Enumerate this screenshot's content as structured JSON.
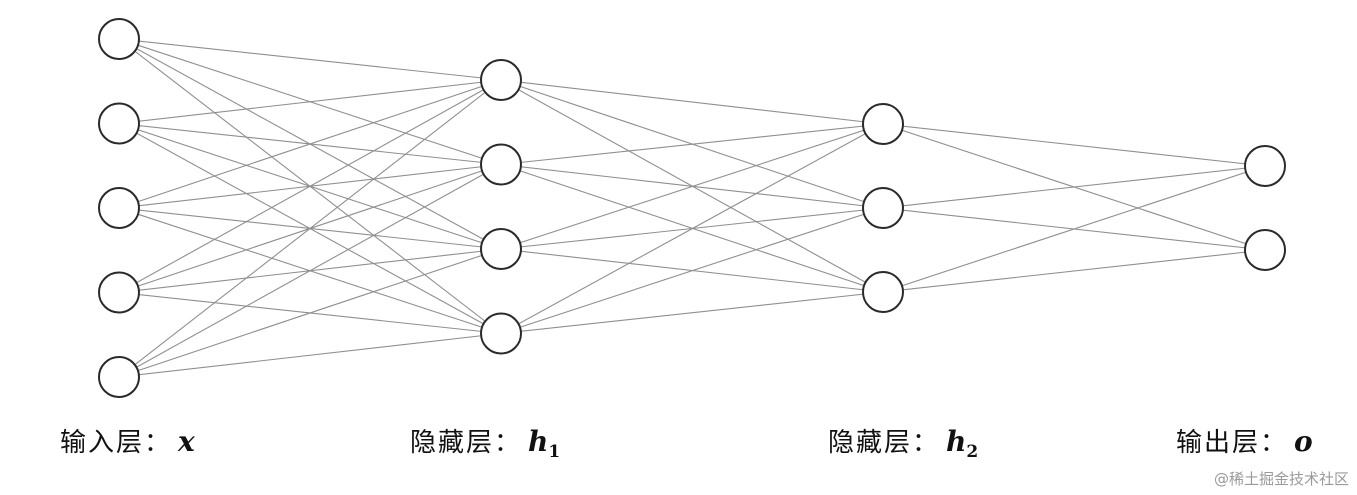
{
  "layers": [
    {
      "id": "input",
      "nodes": 5,
      "label": "输入层：",
      "symbol": "x",
      "subscript": ""
    },
    {
      "id": "hidden1",
      "nodes": 4,
      "label": "隐藏层：",
      "symbol": "h",
      "subscript": "1"
    },
    {
      "id": "hidden2",
      "nodes": 3,
      "label": "隐藏层：",
      "symbol": "h",
      "subscript": "2"
    },
    {
      "id": "output",
      "nodes": 2,
      "label": "输出层：",
      "symbol": "o",
      "subscript": ""
    }
  ],
  "colors": {
    "edge": "#8f8f8f",
    "node_stroke": "#2a2a2a",
    "node_fill": "#ffffff",
    "text": "#111111",
    "watermark": "#9a9a9a"
  },
  "watermark": "@稀土掘金技术社区"
}
